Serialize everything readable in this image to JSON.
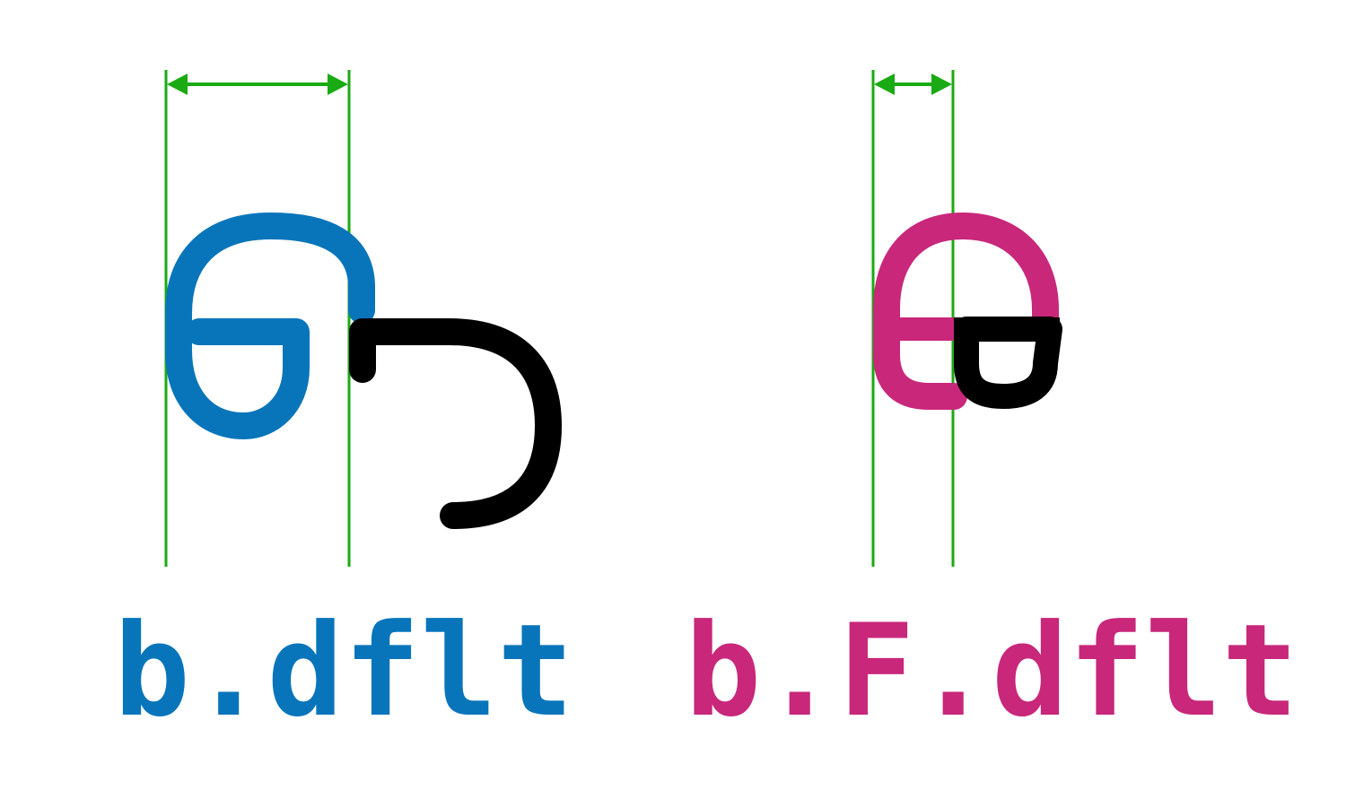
{
  "colors": {
    "guide_green": "#1AAA13",
    "dflt_blue": "#0875BA",
    "fdflt_magenta": "#C8277A",
    "follow_black": "#000000",
    "background": "#FFFFFF"
  },
  "left_panel": {
    "label": "b.dflt",
    "label_color": "#0875BA",
    "width_indicator": "double-headed-arrow",
    "glyph": "blue-loop-glyph",
    "following_glyph": "black-hook-glyph"
  },
  "right_panel": {
    "label": "b.F.dflt",
    "label_color": "#C8277A",
    "width_indicator": "double-headed-arrow",
    "glyph": "magenta-loop-glyph",
    "following_glyph": "black-b-glyph"
  }
}
